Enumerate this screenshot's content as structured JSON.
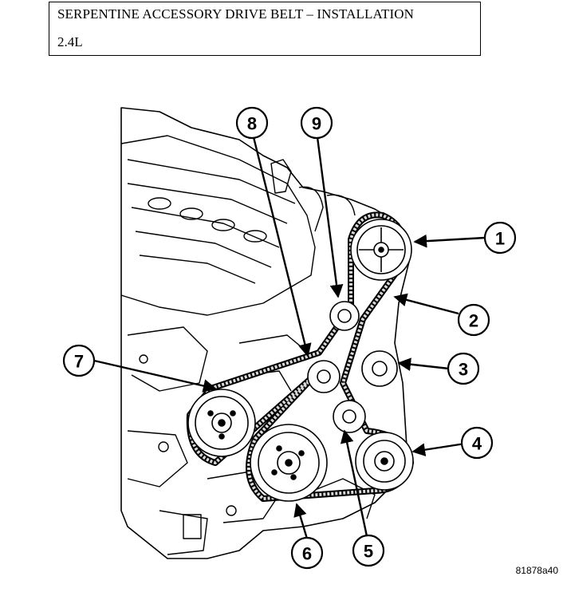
{
  "header": {
    "title": "SERPENTINE ACCESSORY DRIVE BELT – INSTALLATION",
    "engine": "2.4L"
  },
  "callouts": [
    "1",
    "2",
    "3",
    "4",
    "5",
    "6",
    "7",
    "8",
    "9"
  ],
  "figure_code": "81878a40",
  "colors": {
    "ink": "#000000",
    "paper": "#ffffff",
    "shade": "#d9d9d9"
  }
}
